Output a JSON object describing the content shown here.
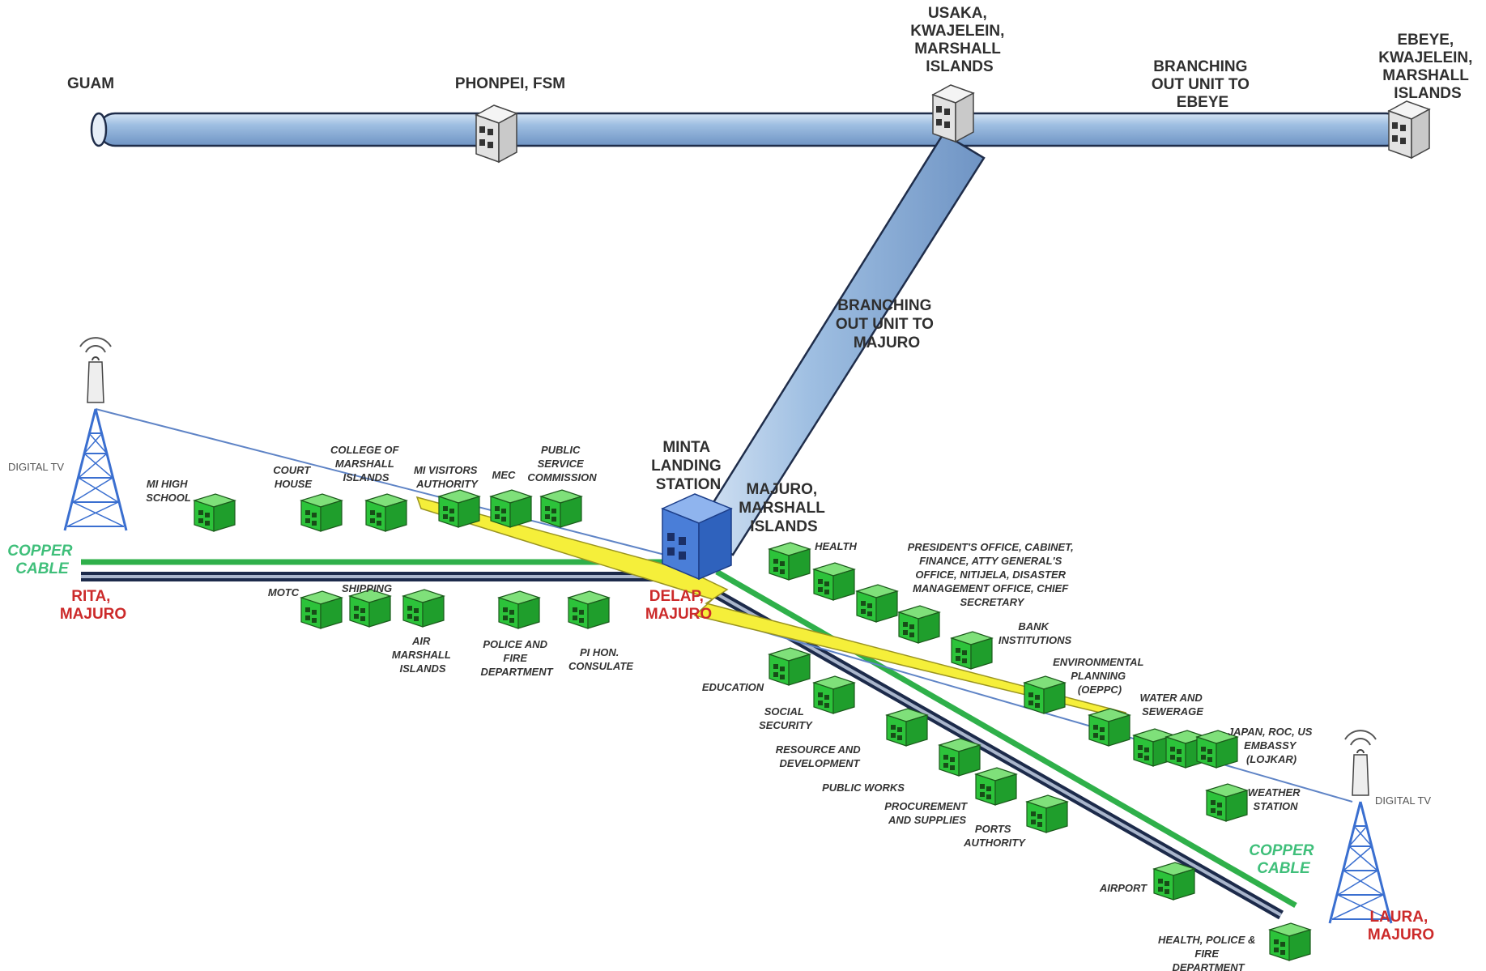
{
  "trunk": {
    "guam": "GUAM",
    "phonpei": "PHONPEI, FSM",
    "usaka": [
      "USAKA,",
      "KWAJELEIN,",
      "MARSHALL",
      "ISLANDS"
    ],
    "branch_ebeye": [
      "BRANCHING",
      "OUT UNIT TO",
      "EBEYE"
    ],
    "ebeye": [
      "EBEYE,",
      "KWAJELEIN,",
      "MARSHALL",
      "ISLANDS"
    ],
    "branch_majuro": [
      "BRANCHING",
      "OUT UNIT TO",
      "MAJURO"
    ]
  },
  "hub": {
    "minta": [
      "MINTA",
      "LANDING",
      "STATION"
    ],
    "majuro_mi": [
      "MAJURO,",
      "MARSHALL",
      "ISLANDS"
    ],
    "delap": [
      "DELAP,",
      "MAJURO"
    ]
  },
  "ends": {
    "rita": [
      "RITA,",
      "MAJURO"
    ],
    "laura": [
      "LAURA,",
      "MAJURO"
    ],
    "copper_left": [
      "COPPER",
      "CABLE"
    ],
    "copper_right": [
      "COPPER",
      "CABLE"
    ],
    "tv_left": "DIGITAL TV",
    "tv_right": "DIGITAL TV"
  },
  "nodes": {
    "mi_high": [
      "MI HIGH",
      "SCHOOL"
    ],
    "court": [
      "COURT",
      "HOUSE"
    ],
    "college": [
      "COLLEGE OF",
      "MARSHALL",
      "ISLANDS"
    ],
    "visitors": [
      "MI VISITORS",
      "AUTHORITY"
    ],
    "mec": [
      "MEC"
    ],
    "psc": [
      "PUBLIC",
      "SERVICE",
      "COMMISSION"
    ],
    "motc": [
      "MOTC"
    ],
    "shipping": [
      "SHIPPING"
    ],
    "air": [
      "AIR",
      "MARSHALL",
      "ISLANDS"
    ],
    "police": [
      "POLICE AND",
      "FIRE",
      "DEPARTMENT"
    ],
    "pi_hon": [
      "PI HON.",
      "CONSULATE"
    ],
    "health": [
      "HEALTH"
    ],
    "president": [
      "PRESIDENT'S OFFICE, CABINET,",
      "FINANCE, ATTY GENERAL'S",
      "OFFICE, NITIJELA, DISASTER",
      "MANAGEMENT OFFICE, CHIEF",
      "SECRETARY"
    ],
    "bank": [
      "BANK",
      "INSTITUTIONS"
    ],
    "env": [
      "ENVIRONMENTAL",
      "PLANNING",
      "(OEPPC)"
    ],
    "water": [
      "WATER AND",
      "SEWERAGE"
    ],
    "embassy": [
      "JAPAN, ROC, US",
      "EMBASSY",
      "(LOJKAR)"
    ],
    "weather": [
      "WEATHER",
      "STATION"
    ],
    "education": [
      "EDUCATION"
    ],
    "social": [
      "SOCIAL",
      "SECURITY"
    ],
    "resource": [
      "RESOURCE AND",
      "DEVELOPMENT"
    ],
    "public_works": [
      "PUBLIC WORKS"
    ],
    "procurement": [
      "PROCUREMENT",
      "AND SUPPLIES"
    ],
    "ports": [
      "PORTS",
      "AUTHORITY"
    ],
    "airport": [
      "AIRPORT"
    ],
    "hpf": [
      "HEALTH, POLICE &",
      "FIRE",
      "DEPARTMENT"
    ]
  },
  "colors": {
    "submarine_cable": "#8fb2da",
    "copper_cable": "#2fb04a",
    "fiber_cable": "#1c2a4a",
    "wireless_link": "#f5ef3a",
    "node_green": "#27c23a",
    "landing_station": "#4a7ed8",
    "tower": "#3a6fd0"
  }
}
